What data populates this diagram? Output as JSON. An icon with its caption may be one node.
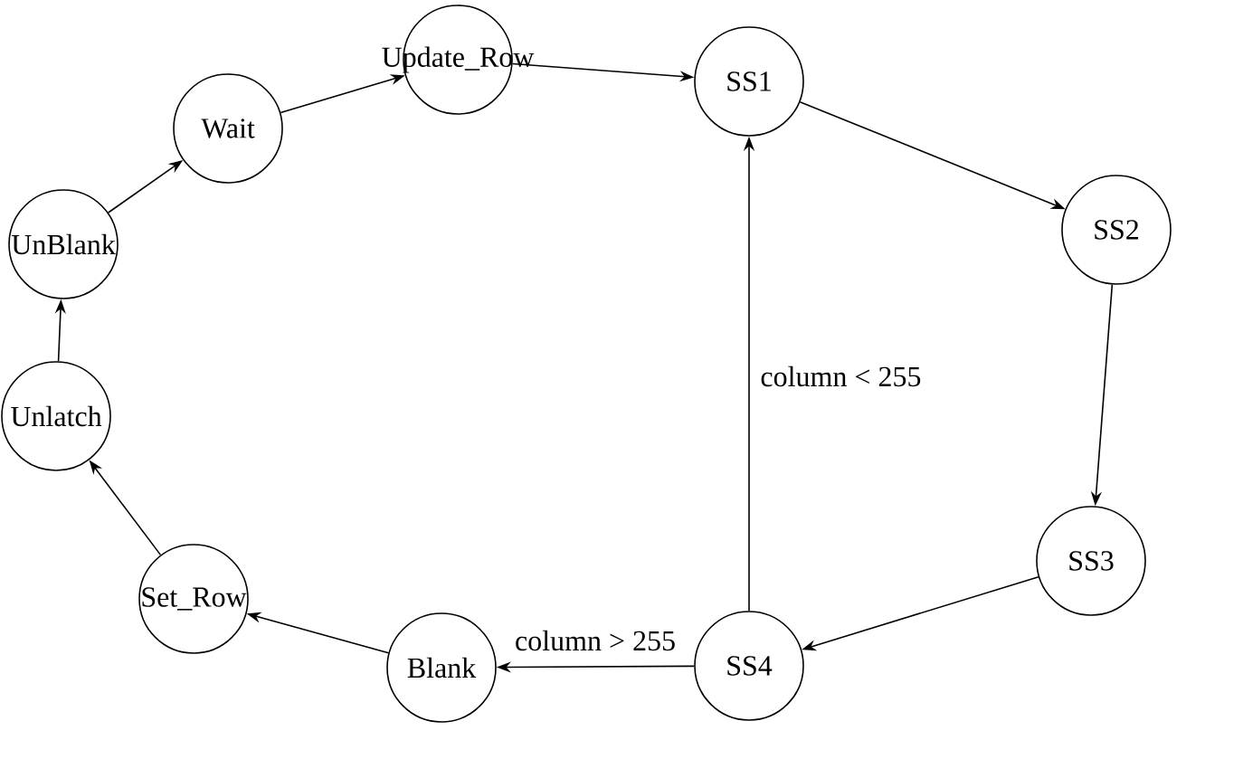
{
  "diagram": {
    "nodes": [
      {
        "text": [
          "SS1"
        ]
      },
      {
        "text": [
          "SS2"
        ]
      },
      {
        "text": [
          "SS3"
        ]
      },
      {
        "text": [
          "SS4"
        ]
      },
      {
        "text": [
          "Blank"
        ]
      },
      {
        "text": [
          "Set_Row"
        ]
      },
      {
        "text": [
          "Unlatch"
        ]
      },
      {
        "text": [
          "UnBlank"
        ]
      },
      {
        "text": [
          "Wait"
        ]
      },
      {
        "text": [
          "Update_Row"
        ]
      }
    ],
    "edges": [
      {
        "from": 0,
        "to": 1,
        "arrow": "to"
      },
      {
        "from": 1,
        "to": 2,
        "arrow": "to"
      },
      {
        "from": 2,
        "to": 3,
        "arrow": "to"
      },
      {
        "from": 3,
        "to": 0,
        "arrow": "to",
        "label": "column < 255"
      },
      {
        "from": 3,
        "to": 4,
        "arrow": "to",
        "label": "column > 255"
      },
      {
        "from": 4,
        "to": 5,
        "arrow": "to"
      },
      {
        "from": 5,
        "to": 6,
        "arrow": "to"
      },
      {
        "from": 6,
        "to": 7,
        "arrow": "to"
      },
      {
        "from": 7,
        "to": 8,
        "arrow": "to"
      },
      {
        "from": 8,
        "to": 9,
        "arrow": "to"
      },
      {
        "from": 9,
        "to": 0,
        "arrow": "to"
      }
    ]
  }
}
